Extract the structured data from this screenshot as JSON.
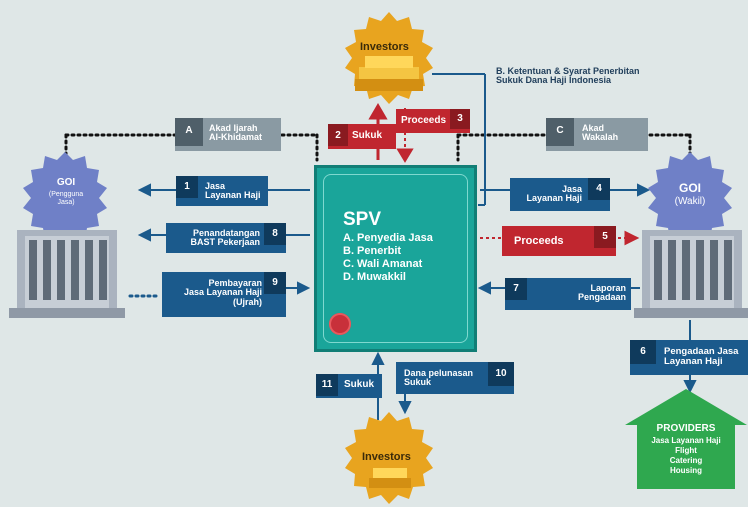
{
  "investors_top": "Investors",
  "investors_bottom": "Investors",
  "note_b": {
    "line1": "B. Ketentuan & Syarat Penerbitan",
    "line2": "Sukuk Dana Haji Indonesia"
  },
  "spv": {
    "title": "SPV",
    "items": [
      "A. Penyedia Jasa",
      "B. Penerbit",
      "C. Wali Amanat",
      "D. Muwakkil"
    ]
  },
  "goi_left": {
    "title": "GOI",
    "sub1": "(Pengguna",
    "sub2": "Jasa)"
  },
  "goi_right": {
    "title": "GOI",
    "sub": "(Wakil)"
  },
  "akad_a": {
    "letter": "A",
    "line1": "Akad Ijarah",
    "line2": "Al-Khidamat"
  },
  "akad_c": {
    "letter": "C",
    "line1": "Akad",
    "line2": "Wakalah"
  },
  "flows": {
    "f1": {
      "num": "1",
      "line1": "Jasa",
      "line2": "Layanan Haji"
    },
    "f2": {
      "num": "2",
      "label": "Sukuk"
    },
    "f3": {
      "num": "3",
      "label": "Proceeds"
    },
    "f4": {
      "num": "4",
      "line1": "Jasa",
      "line2": "Layanan Haji"
    },
    "f5": {
      "num": "5",
      "label": "Proceeds"
    },
    "f6": {
      "num": "6",
      "line1": "Pengadaan Jasa",
      "line2": "Layanan Haji"
    },
    "f7": {
      "num": "7",
      "line1": "Laporan",
      "line2": "Pengadaan"
    },
    "f8": {
      "num": "8",
      "line1": "Penandatangan",
      "line2": "BAST Pekerjaan"
    },
    "f9": {
      "num": "9",
      "line1": "Pembayaran",
      "line2": "Jasa Layanan Haji",
      "line3": "(Ujrah)"
    },
    "f10": {
      "num": "10",
      "line1": "Dana pelunasan",
      "line2": "Sukuk"
    },
    "f11": {
      "num": "11",
      "label": "Sukuk"
    }
  },
  "providers": {
    "title": "PROVIDERS",
    "items": [
      "Jasa Layanan Haji",
      "Flight",
      "Catering",
      "Housing"
    ]
  },
  "colors": {
    "teal": "#1aa59a",
    "navy": "#1b5a8c",
    "red": "#c0262f",
    "gold": "#e8a41f",
    "grey": "#8a9aa3",
    "green": "#2fa84f"
  }
}
